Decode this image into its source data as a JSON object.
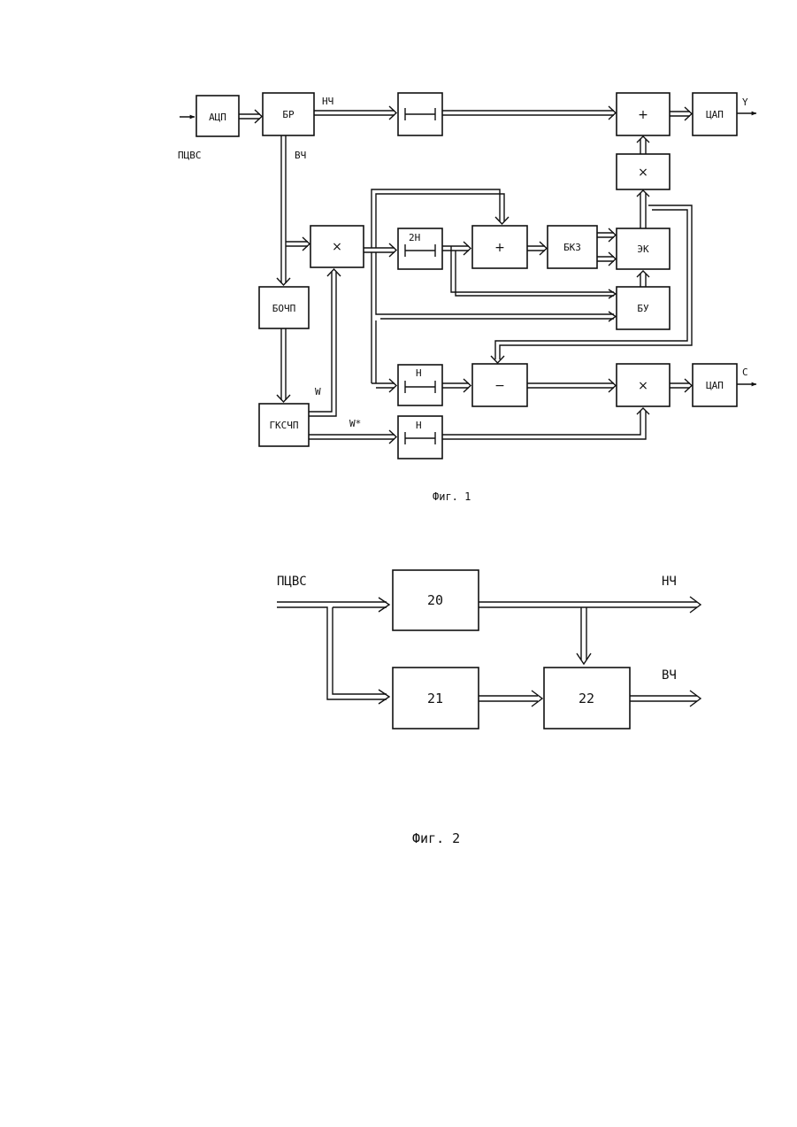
{
  "fig1": {
    "caption": "Фиг. 1",
    "input_label": "ПЦВС",
    "adc": "АЦП",
    "splitter": "БР",
    "lf": "НЧ",
    "hf": "ВЧ",
    "mult_sym": "×",
    "plus_sym": "+",
    "minus_sym": "−",
    "bochp": "БОЧП",
    "gkschp": "ГКСЧП",
    "w": "W",
    "w_star": "W*",
    "delay_2n": "2Н",
    "delay_n": "Н",
    "bkz": "БКЗ",
    "ek": "ЭК",
    "bu": "БУ",
    "dac": "ЦАП",
    "out_y": "Y",
    "out_c": "C"
  },
  "fig2": {
    "caption": "Фиг. 2",
    "input_label": "ПЦВС",
    "block20": "20",
    "block21": "21",
    "block22": "22",
    "out_lf": "НЧ",
    "out_hf": "ВЧ"
  }
}
